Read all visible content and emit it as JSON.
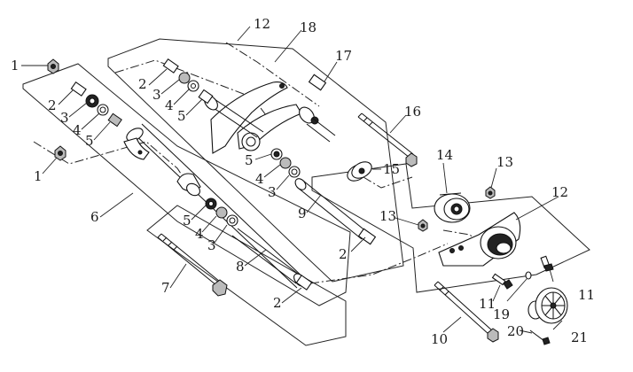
{
  "callouts": [
    {
      "id": "c1a",
      "text": "1"
    },
    {
      "id": "c1b",
      "text": "1"
    },
    {
      "id": "c2a",
      "text": "2"
    },
    {
      "id": "c2b",
      "text": "2"
    },
    {
      "id": "c2c",
      "text": "2"
    },
    {
      "id": "c2d",
      "text": "2"
    },
    {
      "id": "c3a",
      "text": "3"
    },
    {
      "id": "c3b",
      "text": "3"
    },
    {
      "id": "c3c",
      "text": "3"
    },
    {
      "id": "c3d",
      "text": "3"
    },
    {
      "id": "c4a",
      "text": "4"
    },
    {
      "id": "c4b",
      "text": "4"
    },
    {
      "id": "c4c",
      "text": "4"
    },
    {
      "id": "c4d",
      "text": "4"
    },
    {
      "id": "c5a",
      "text": "5"
    },
    {
      "id": "c5b",
      "text": "5"
    },
    {
      "id": "c5c",
      "text": "5"
    },
    {
      "id": "c5d",
      "text": "5"
    },
    {
      "id": "c6",
      "text": "6"
    },
    {
      "id": "c7",
      "text": "7"
    },
    {
      "id": "c8",
      "text": "8"
    },
    {
      "id": "c9",
      "text": "9"
    },
    {
      "id": "c10",
      "text": "10"
    },
    {
      "id": "c11a",
      "text": "11"
    },
    {
      "id": "c11b",
      "text": "11"
    },
    {
      "id": "c12a",
      "text": "12"
    },
    {
      "id": "c12b",
      "text": "12"
    },
    {
      "id": "c13a",
      "text": "13"
    },
    {
      "id": "c13b",
      "text": "13"
    },
    {
      "id": "c14",
      "text": "14"
    },
    {
      "id": "c15",
      "text": "15"
    },
    {
      "id": "c16",
      "text": "16"
    },
    {
      "id": "c17",
      "text": "17"
    },
    {
      "id": "c18",
      "text": "18"
    },
    {
      "id": "c19",
      "text": "19"
    },
    {
      "id": "c20",
      "text": "20"
    },
    {
      "id": "c21",
      "text": "21"
    }
  ]
}
